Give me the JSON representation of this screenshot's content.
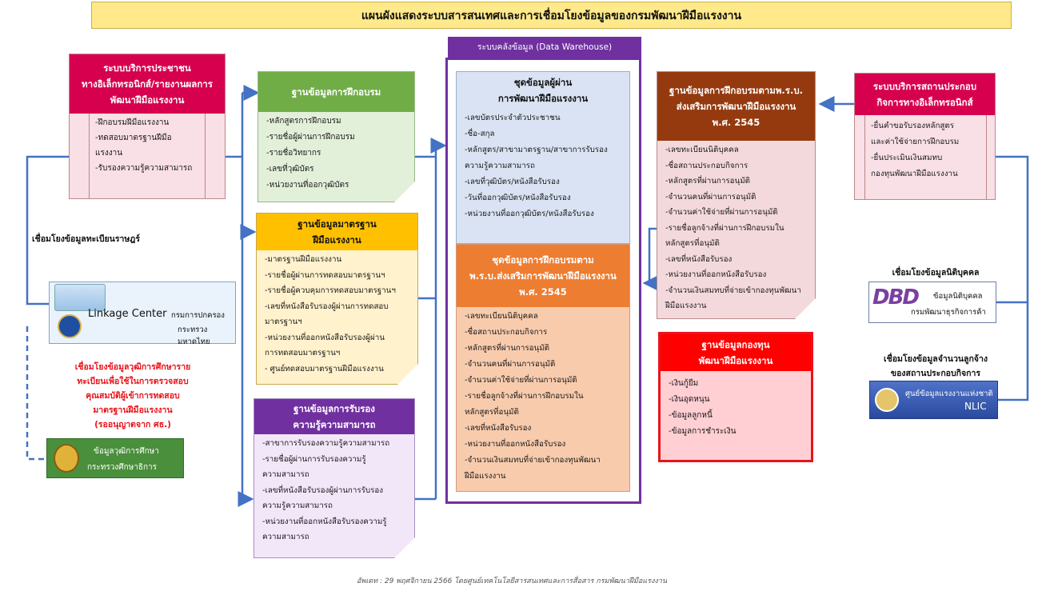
{
  "title": "แผนผังแสดงระบบสารสนเทศและการเชื่อมโยงข้อมูลของกรมพัฒนาฝีมือแรงงาน",
  "left_system": {
    "header": [
      "ระบบบริการประชาชน",
      "ทางอิเล็กทรอนิกส์/รายงานผลการ",
      "พัฒนาฝีมือแรงงาน"
    ],
    "items": [
      "-ฝึกอบรมฝีมือแรงงาน",
      "-ทดสอบมาตรฐานฝีมือ",
      "แรงงาน",
      "-รับรองความรู้ความสามารถ"
    ]
  },
  "link_registry_label": "เชื่อมโยงข้อมูลทะเบียนราษฎร์",
  "linkage_center": {
    "title": "Linkage Center",
    "sub1": "กรมการปกครอง",
    "sub2": "กระทรวงมหาดไทย"
  },
  "education_note": [
    "เชื่อมโยงข้อมูลวุฒิการศึกษาราย",
    "ทะเบียนเพื่อใช้ในการตรวจสอบ",
    "คุณสมบัติผู้เข้าการทดสอบ",
    "มาตรฐานฝีมือแรงงาน",
    "(รออนุญาตจาก ศธ.)"
  ],
  "education_box": {
    "line1": "ข้อมูลวุฒิการศึกษา",
    "line2": "กระทรวงศึกษาธิการ"
  },
  "training_db": {
    "header": "ฐานข้อมูลการฝึกอบรม",
    "items": [
      "-หลักสูตรการฝึกอบรม",
      "-รายชื่อผู้ผ่านการฝึกอบรม",
      "-รายชื่อวิทยากร",
      "-เลขที่วุฒิบัตร",
      "-หน่วยงานที่ออกวุฒิบัตร"
    ]
  },
  "standard_db": {
    "header": [
      "ฐานข้อมูลมาตรฐาน",
      "ฝีมือแรงงาน"
    ],
    "items": [
      "-มาตรฐานฝีมือแรงงาน",
      "-รายชื่อผู้ผ่านการทดสอบมาตรฐานฯ",
      "-รายชื่อผู้ควบคุมการทดสอบมาตรฐานฯ",
      "-เลขที่หนังสือรับรองผู้ผ่านการทดสอบ",
      "  มาตรฐานฯ",
      "-หน่วยงานที่ออกหนังสือรับรองผู้ผ่าน",
      "  การทดสอบมาตรฐานฯ",
      "- ศูนย์ทดสอบมาตรฐานฝีมือแรงงาน"
    ]
  },
  "cert_db": {
    "header": [
      "ฐานข้อมูลการรับรอง",
      "ความรู้ความสามารถ"
    ],
    "items": [
      "-สาขาการรับรองความรู้ความสามารถ",
      "-รายชื่อผู้ผ่านการรับรองความรู้",
      "  ความสามารถ",
      "-เลขที่หนังสือรับรองผู้ผ่านการรับรอง",
      "  ความรู้ความสามารถ",
      "-หน่วยงานที่ออกหนังสือรับรองความรู้",
      "  ความสามารถ"
    ]
  },
  "warehouse": {
    "label": "ระบบคลังข้อมูล (Data Warehouse)",
    "set1": {
      "header": [
        "ชุดข้อมูลผู้ผ่าน",
        "การพัฒนาฝีมือแรงงาน"
      ],
      "items": [
        "-เลขบัตรประจำตัวประชาชน",
        "-ชื่อ-สกุล",
        "-หลักสูตร/สาขามาตรฐาน/สาขาการรับรอง",
        "ความรู้ความสามารถ",
        "-เลขที่วุฒิบัตร/หนังสือรับรอง",
        "-วันที่ออกวุฒิบัตร/หนังสือรับรอง",
        "-หน่วยงานที่ออกวุฒิบัตร/หนังสือรับรอง"
      ]
    },
    "set2": {
      "header": [
        "ชุดข้อมูลการฝึกอบรมตาม",
        "พ.ร.บ.ส่งเสริมการพัฒนาฝีมือแรงงาน",
        "พ.ศ. 2545"
      ],
      "items": [
        "-เลขทะเบียนนิติบุคคล",
        "-ชื่อสถานประกอบกิจการ",
        "-หลักสูตรที่ผ่านการอนุมัติ",
        "-จำนวนคนที่ผ่านการอนุมัติ",
        "-จำนวนค่าใช้จ่ายที่ผ่านการอนุมัติ",
        "-รายชื่อลูกจ้างที่ผ่านการฝึกอบรมใน",
        "หลักสูตรที่อนุมัติ",
        "-เลขที่หนังสือรับรอง",
        "-หน่วยงานที่ออกหนังสือรับรอง",
        "-จำนวนเงินสมทบที่จ่ายเข้ากองทุนพัฒนา",
        "ฝีมือแรงงาน"
      ]
    }
  },
  "act_db": {
    "header": [
      "ฐานข้อมูลการฝึกอบรมตามพ.ร.บ.",
      "ส่งเสริมการพัฒนาฝีมือแรงงาน",
      "พ.ศ. 2545"
    ],
    "items": [
      "-เลขทะเบียนนิติบุคคล",
      "-ชื่อสถานประกอบกิจการ",
      "-หลักสูตรที่ผ่านการอนุมัติ",
      "-จำนวนคนที่ผ่านการอนุมัติ",
      "-จำนวนค่าใช้จ่ายที่ผ่านการอนุมัติ",
      "-รายชื่อลูกจ้างที่ผ่านการฝึกอบรมใน",
      "หลักสูตรที่อนุมัติ",
      "-เลขที่หนังสือรับรอง",
      "-หน่วยงานที่ออกหนังสือรับรอง",
      "-จำนวนเงินสมทบที่จ่ายเข้ากองทุนพัฒนา",
      "ฝีมือแรงงาน"
    ]
  },
  "fund_db": {
    "header": [
      "ฐานข้อมูลกองทุน",
      "พัฒนาฝีมือแรงงาน"
    ],
    "items": [
      "-เงินกู้ยืม",
      "-เงินอุดหนุน",
      "-ข้อมูลลูกหนี้",
      "-ข้อมูลการชำระเงิน"
    ]
  },
  "right_system": {
    "header": [
      "ระบบบริการสถานประกอบ",
      "กิจการทางอิเล็กทรอนิกส์"
    ],
    "items": [
      "-ยื่นคำขอรับรองหลักสูตร",
      "และค่าใช้จ่ายการฝึกอบรม",
      "-ยื่นประเมินเงินสมทบ",
      "กองทุนพัฒนาฝีมือแรงงาน"
    ]
  },
  "dbd_label": "เชื่อมโยงข้อมูลนิติบุคคล",
  "dbd_box": {
    "logo": "DBD",
    "line1": "ข้อมูลนิติบุคคล",
    "line2": "กรมพัฒนาธุรกิจการค้า"
  },
  "nlic_label": [
    "เชื่อมโยงข้อมูลจำนวนลูกจ้าง",
    "ของสถานประกอบกิจการ"
  ],
  "nlic_box": {
    "line1": "ศูนย์ข้อมูลแรงงานแห่งชาติ",
    "line2": "NLIC"
  },
  "footer": "อัพเดท : 29 พฤศจิกายน 2566 โดยศูนย์เทคโนโลยีสารสนเทศและการสื่อสาร กรมพัฒนาฝีมือแรงงาน",
  "colors": {
    "blue_line": "#4472c4",
    "purple": "#7030a0",
    "pink_hdr": "#d6004f",
    "green_hdr": "#70ad47",
    "orange_hdr": "#ffc000",
    "brown_hdr": "#953a0f",
    "red_hdr": "#ff0000"
  }
}
